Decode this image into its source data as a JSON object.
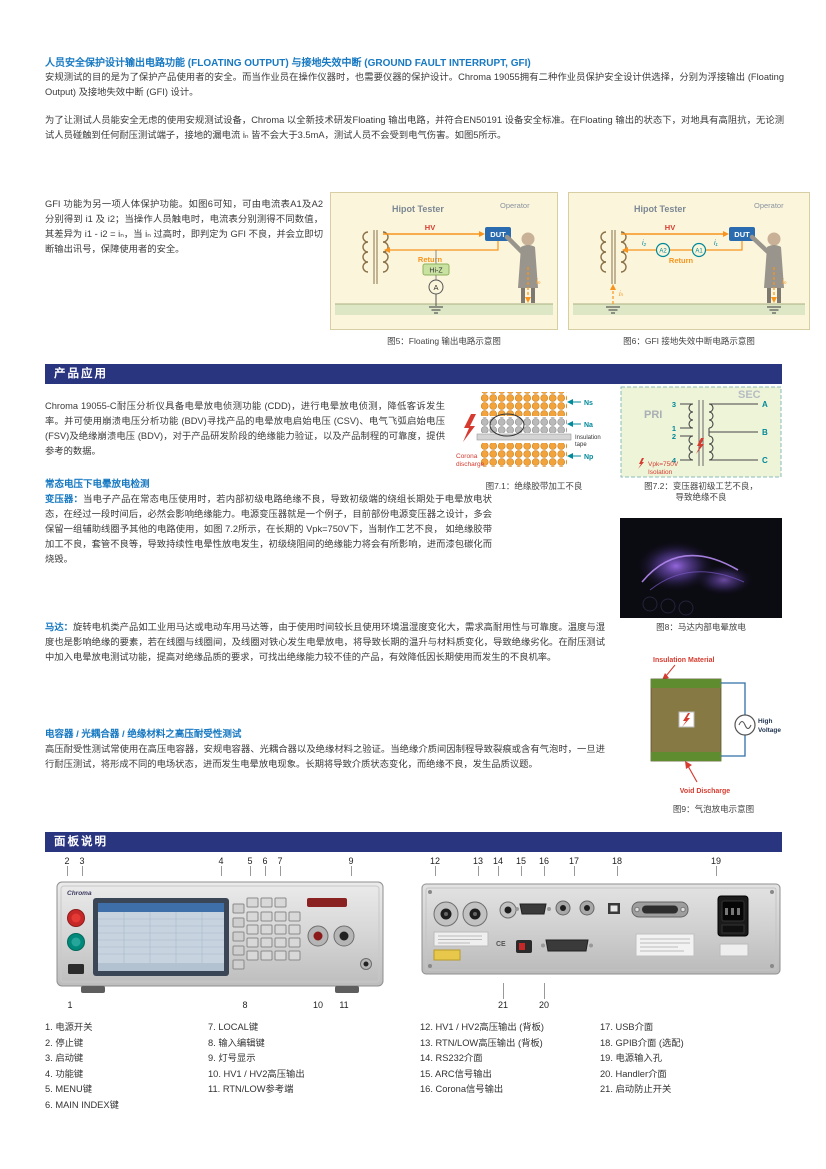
{
  "colors": {
    "heading_blue": "#1779C2",
    "section_bar": "#2A3580",
    "accent_red": "#D63B2F",
    "accent_orange": "#F7941D",
    "accent_teal": "#00889B"
  },
  "safety": {
    "heading": "人员安全保护设计输出电路功能 (FLOATING OUTPUT) 与接地失效中断 (GROUND FAULT INTERRUPT, GFI)",
    "para1": "安规测试的目的是为了保护产品使用者的安全。而当作业员在操作仪器时，也需要仪器的保护设计。Chroma 19055拥有二种作业员保护安全设计供选择，分别为浮接输出 (Floating Output) 及接地失效中断 (GFI) 设计。",
    "para2": "为了让测试人员能安全无虑的使用安规测试设备，Chroma 以全新技术研发Floating 输出电路，并符合EN50191 设备安全标准。在Floating 输出的状态下，对地具有高阻抗，无论测试人员碰触到任何耐压测试端子，接地的漏电流 iₙ 皆不会大于3.5mA，测试人员不会受到电气伤害。如图5所示。",
    "para3": "GFI 功能为另一项人体保护功能。如图6可知，可由电流表A1及A2 分别得到 i1 及 i2；当操作人员触电时，电流表分别测得不同数值，其差异为 i1 - i2 = iₙ，当 iₙ 过高时，即判定为 GFI 不良，并会立即切断输出讯号，保障使用者的安全。"
  },
  "fig5": {
    "caption": "图5：Floating 输出电路示意图",
    "tester": "Hipot Tester",
    "operator": "Operator",
    "hv": "HV",
    "return": "Return",
    "dut": "DUT",
    "hiz": "Hi-Z",
    "ammeter": "A",
    "in": "iₙ"
  },
  "fig6": {
    "caption": "图6：GFI 接地失效中断电路示意图",
    "tester": "Hipot Tester",
    "operator": "Operator",
    "hv": "HV",
    "return": "Return",
    "dut": "DUT",
    "a1": "A1",
    "a2": "A2",
    "i1": "i₁",
    "i2": "i₂",
    "in": "iₙ"
  },
  "applications": {
    "bar_title": "产品应用",
    "intro": "Chroma 19055-C耐压分析仪具备电晕放电侦测功能 (CDD)，进行电晕放电侦测，降低客诉发生率。并可使用崩溃电压分析功能 (BDV)寻找产品的电晕放电启始电压 (CSV)、电气飞弧启始电压 (FSV)及绝缘崩溃电压 (BDV)，对于产品研发阶段的绝缘能力验证，以及产品制程的可靠度，提供参考的数据。",
    "sub1": "常态电压下电晕放电检测",
    "transformer_lead": "变压器：",
    "transformer_body": "当电子产品在常态电压使用时，若内部初级电路绝缘不良，导致初级端的绕组长期处于电晕放电状态，在经过一段时间后，必然会影响绝缘能力。电源变压器就是一个例子，目前部份电源变压器之设计，多会保留一组辅助线圈予其他的电路使用，如图 7.2所示，在长期的 Vpk=750V下，当制作工艺不良， 如绝缘胶带加工不良，套管不良等，导致持续性电晕性放电发生，初级绕阻间的绝缘能力将会有所影响，进而漆包碳化而烧毁。",
    "motor_lead": "马达：",
    "motor_body": "旋转电机类产品如工业用马达或电动车用马达等，由于使用时间较长且使用环境温湿度变化大，需求高耐用性与可靠度。温度与湿度也是影响绝缘的要素，若在线圈与线圈间，及线圈对铁心发生电晕放电，将导致长期的温升与材料质变化，导致绝缘劣化。在耐压测试中加入电晕放电测试功能，提高对绝缘品质的要求，可找出绝缘能力较不佳的产品，有效降低因长期使用而发生的不良机率。",
    "sub2": "电容器 / 光耦合器 / 绝缘材料之高压耐受性测试",
    "hvtest": "高压耐受性测试常使用在高压电容器，安规电容器、光耦合器以及绝缘材料之验证。当绝缘介质间因制程导致裂痕或含有气泡时，一旦进行耐压测试，将形成不同的电场状态，进而发生电晕放电现象。长期将导致介质状态变化，而绝缘不良，发生品质议题。"
  },
  "fig71": {
    "caption": "图7.1：绝缘胶带加工不良",
    "ns": "Ns",
    "na": "Na",
    "tape1": "Insulation",
    "tape2": "tape",
    "np": "Np",
    "corona1": "Corona",
    "corona2": "discharge"
  },
  "fig72": {
    "caption1": "图7.2：变压器初级工艺不良，",
    "caption2": "导致绝缘不良",
    "pri": "PRI",
    "sec": "SEC",
    "pin1": "3",
    "pin2": "1",
    "pin3": "2",
    "pin4": "4",
    "outa": "A",
    "outb": "B",
    "outc": "C",
    "vpk1": "Vpk=750V",
    "vpk2": "Isolation"
  },
  "fig8": {
    "caption": "图8：马达内部电晕放电"
  },
  "fig9": {
    "caption": "图9：气泡放电示意图",
    "material": "Insulation Material",
    "high1": "High",
    "high2": "Voltage",
    "void": "Void Discharge"
  },
  "panel": {
    "bar_title": "面板说明",
    "brand": "Chroma",
    "ce_mark": "CE",
    "front_callouts": [
      "1",
      "2",
      "3",
      "4",
      "5",
      "6",
      "7",
      "8",
      "9",
      "10",
      "11"
    ],
    "back_callouts": [
      "12",
      "13",
      "14",
      "15",
      "16",
      "17",
      "18",
      "19",
      "20",
      "21"
    ],
    "legend_col1": [
      "1. 电源开关",
      "2. 停止键",
      "3. 启动键",
      "4. 功能键",
      "5. MENU键",
      "6. MAIN INDEX键"
    ],
    "legend_col2": [
      "7. LOCAL键",
      "8. 输入编辑键",
      "9. 灯号显示",
      "10. HV1 / HV2高压输出",
      "11. RTN/LOW参考端"
    ],
    "legend_col3": [
      "12. HV1 / HV2高压输出 (背板)",
      "13. RTN/LOW高压输出 (背板)",
      "14. RS232介面",
      "15. ARC信号输出",
      "16. Corona信号输出"
    ],
    "legend_col4": [
      "17. USB介面",
      "18. GPIB介面 (选配)",
      "19. 电源输入孔",
      "20. Handler介面",
      "21. 启动防止开关"
    ]
  }
}
